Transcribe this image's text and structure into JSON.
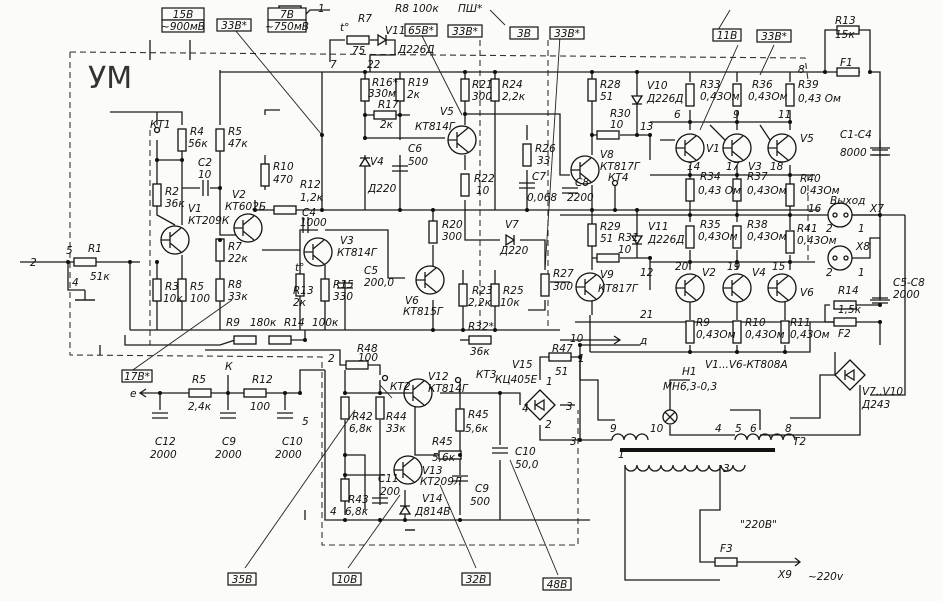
{
  "title_block": "УМ",
  "labels": {
    "tp15": "15В",
    "tp900": "~900мВ",
    "tp7": "7В",
    "tp750": "~750мВ",
    "tp33a": "33В*",
    "tp65": "65В*",
    "tp33b": "33В*",
    "tp3": "3В",
    "tp33c": "33В*",
    "tp11": "11В",
    "tp33d": "33В*",
    "tp17": "17В*",
    "tp35": "35В",
    "tp10": "10В",
    "tp32": "32В",
    "tp48": "48В",
    "r8top": "R8 100к",
    "psh": "ПШ*",
    "n1top": "1",
    "in2": "2",
    "n5": "5",
    "n4": "4",
    "r1": "R1",
    "r1v": "51к",
    "kt1": "КТ1",
    "r4": "R4",
    "r4v": "56к",
    "r5": "R5",
    "r5v": "47к",
    "c2": "C2",
    "c2v": "10",
    "r2": "R2",
    "r2v": "36к",
    "v1": "V1",
    "v1t": "КТ209К",
    "r3": "R3",
    "r3v": "10к",
    "r5b": "R5",
    "r5bv": "100",
    "v2": "V2",
    "v2t": "КТ602Б",
    "r7": "R7",
    "r7v": "22к",
    "r8": "R8",
    "r8v": "33к",
    "r10": "R10",
    "r10v": "470",
    "r12": "R12",
    "r12v": "1,2к",
    "c4": "C4",
    "c4v": "1000",
    "v3": "V3",
    "v3t": "КТ814Г",
    "r13t": "t°",
    "r13": "R13",
    "r13v": "2к",
    "r15": "R15",
    "r15v": "330",
    "c5": "C5",
    "c5v": "200,0",
    "v6": "V6",
    "v6t": "КТ815Г",
    "r20": "R20",
    "r20v": "300",
    "r7t": "t°",
    "r7b": "R7",
    "r7bv": "75",
    "v11a": "V11",
    "v11at": "Д226Д",
    "n7": "7",
    "n22": "22",
    "r16": "R16*",
    "r16v": "330м",
    "r19": "R19",
    "r19v": "2к",
    "r17": "R17",
    "r17v": "2к",
    "v4": "V4",
    "v4t": "Д220",
    "c6": "C6",
    "c6v": "500",
    "v5": "V5",
    "v5t": "КТ814Г",
    "r21": "R21",
    "r21v": "300",
    "r24": "R24",
    "r24v": "2,2к",
    "r22": "R22",
    "r22v": "10",
    "r26": "R26",
    "r26v": "33",
    "c7": "C7",
    "c7v": "0,068",
    "c8": "C8",
    "c8v": "2200",
    "v7": "V7",
    "v7t": "Д220",
    "r23": "R23",
    "r23v": "2,2к",
    "r25": "R25",
    "r25v": "10к",
    "r27": "R27",
    "r27v": "300",
    "r32": "R32*",
    "r32v": "36к",
    "v8": "V8",
    "v8t": "КТ817Г",
    "r28": "R28",
    "r28v": "51",
    "r30": "R30",
    "r30v": "10",
    "v10": "V10",
    "v10t": "Д226Д",
    "kt4": "КТ4",
    "r29": "R29",
    "r29v": "51",
    "r31": "R31",
    "r31v": "10",
    "v11": "V11",
    "v11t": "Д226Д",
    "v9": "V9",
    "v9t": "КТ817Г",
    "o_v1": "V1",
    "o_v3": "V3",
    "o_v5": "V5",
    "o_v2": "V2",
    "o_v4": "V4",
    "o_v6": "V6",
    "r33": "R33",
    "r33v": "0,43Ом",
    "r36": "R36",
    "r36v": "0,43Ом",
    "r39": "R39",
    "r39v": "0,43 Ом",
    "r34": "R34",
    "r34v": "0,43 Ом",
    "r37": "R37",
    "r37v": "0,43Ом",
    "r40": "R40",
    "r40v": "0,43Ом",
    "r35": "R35",
    "r35v": "0,43Ом",
    "r38": "R38",
    "r38v": "0,43Ом",
    "r41": "R41",
    "r41v": "0,43Ом",
    "r9o": "R9",
    "r9ov": "0,43Ом",
    "r10o": "R10",
    "r10ov": "0,43Ом",
    "r11o": "R11",
    "r11ov": "0,43Ом",
    "vtype": "V1...V6-КТ808А",
    "n6": "6",
    "n9": "9",
    "n11": "11",
    "n13": "13",
    "n14": "14",
    "n17": "17",
    "n18": "18",
    "n20": "20",
    "n19": "19",
    "n15": "15",
    "n12": "12",
    "n16": "16",
    "n21": "21",
    "n8": "8",
    "r13o": "R13",
    "r13ov": "15к",
    "f1": "F1",
    "c1c4": "C1-C4",
    "c1c4v": "8000",
    "vyhod": "Выход",
    "x7": "X7",
    "x8": "X8",
    "x7p2": "2",
    "x7p1": "1",
    "x8p2": "2",
    "x8p1": "1",
    "c5c8": "C5-C8",
    "c5c8v": "2000",
    "r14o": "R14",
    "r14ov": "1,5к",
    "f2": "F2",
    "v7v10": "V7..V10",
    "v7v10t": "Д243",
    "out_e": "е",
    "c12": "C12",
    "c12v": "2000",
    "r5c": "R5",
    "r5cv": "2,4к",
    "k": "К",
    "c9a": "C9",
    "c9av": "2000",
    "r12b": "R12",
    "r12bv": "100",
    "c10a": "C10",
    "c10av": "2000",
    "n5b": "5",
    "r9": "R9",
    "r9v": "180к",
    "r14": "R14",
    "r14v": "100к",
    "r48": "R48",
    "r48v": "100",
    "n2b": "2",
    "kt2": "КТ2",
    "v12": "V12",
    "v12t": "КТ814Г",
    "kt3": "КТ3",
    "r42": "R42",
    "r42v": "6,8к",
    "r44": "R44",
    "r44v": "33к",
    "r45a": "R45",
    "r45av": "5,6к",
    "r45b": "R45",
    "r45bv": "5,6к",
    "v13": "V13",
    "v13t": "КТ209Л",
    "c11": "C11",
    "c11v": "200",
    "r43": "R43",
    "r43v": "6,8к",
    "n4b": "4",
    "v14": "V14",
    "v14t": "Д814В",
    "c9b": "C9",
    "c9bv": "500",
    "c10b": "C10",
    "c10bv": "50,0",
    "v15": "V15",
    "v15t": "КЦ405Е",
    "r47": "R47",
    "r47v": "51",
    "out_d": "д",
    "n10": "10",
    "n1": "1",
    "n3": "3",
    "br1": "1",
    "br2": "2",
    "br3": "3",
    "br4": "4",
    "w9": "9",
    "w10": "10",
    "h1": "H1",
    "h1t": "МН6,3-0,3",
    "w4": "4",
    "w5": "5",
    "w6": "6",
    "w8": "8",
    "t2": "T2",
    "p1": "1",
    "p3": "3",
    "v220": "\"220В\"",
    "f3": "F3",
    "x9": "X9",
    "mains": "~220v"
  }
}
